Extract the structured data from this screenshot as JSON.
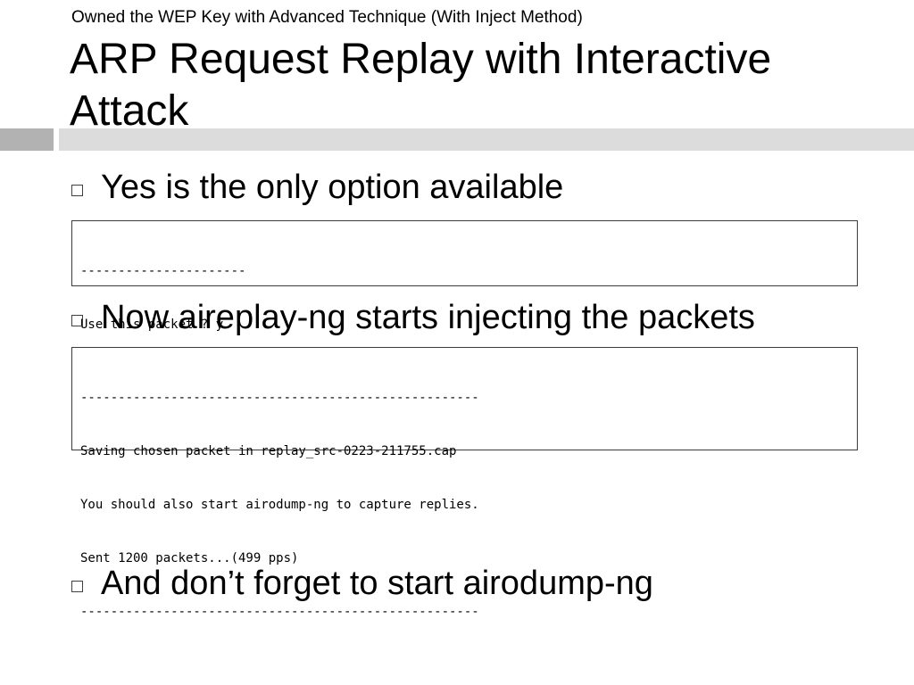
{
  "slide": {
    "subtitle": "Owned the WEP Key with Advanced Technique (With Inject Method)",
    "title": "ARP Request Replay with Interactive Attack"
  },
  "bullets": [
    {
      "text": "Yes is the only option available"
    },
    {
      "text": "Now aireplay-ng starts injecting the packets"
    },
    {
      "text": "And don’t forget to start airodump-ng"
    }
  ],
  "code_blocks": [
    {
      "lines": [
        "----------------------",
        "Use this packet ? y",
        "----------------------"
      ]
    },
    {
      "lines": [
        "-----------------------------------------------------",
        "Saving chosen packet in replay_src-0223-211755.cap",
        "You should also start airodump-ng to capture replies.",
        "Sent 1200 packets...(499 pps)",
        "-----------------------------------------------------"
      ]
    }
  ],
  "icons": {
    "bullet": "square-bullet-icon"
  },
  "colors": {
    "bar_dark": "#b2b2b2",
    "bar_light": "#dcdcdc",
    "code_border": "#3a3a3a"
  }
}
